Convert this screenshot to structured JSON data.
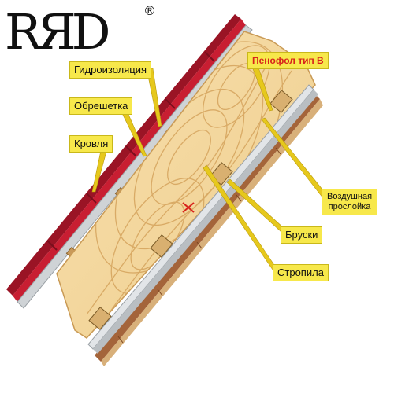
{
  "logo": {
    "text": "RЯD",
    "reg_mark": "®"
  },
  "labels": {
    "hydro": "Гидроизоляция",
    "penofol": "Пенофол тип В",
    "lathing": "Обрешетка",
    "roofing": "Кровля",
    "air_gap_line1": "Воздушная",
    "air_gap_line2": "прослойка",
    "bars": "Бруски",
    "rafters": "Стропила"
  },
  "colors": {
    "roofing": "#b5162a",
    "wood": "#f3d59a",
    "grain": "#d9a860",
    "label_bg": "#f7e84b",
    "pointer": "#e6c81c",
    "penofol_text": "#d8231b"
  }
}
